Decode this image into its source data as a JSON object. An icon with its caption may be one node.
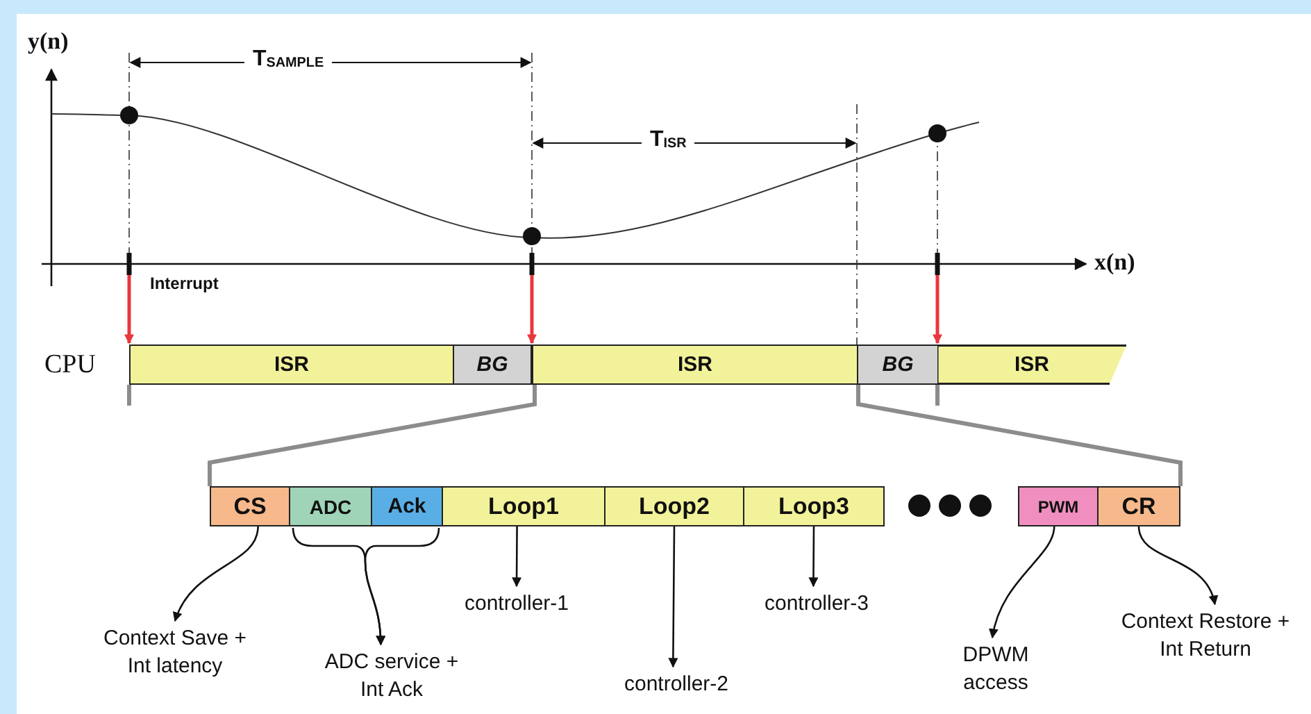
{
  "diagram": {
    "nodes": [
      {
        "text": [
          "ISR"
        ]
      },
      {
        "text": [
          "BG"
        ]
      },
      {
        "text": [
          "ISR"
        ]
      },
      {
        "text": [
          "BG"
        ]
      },
      {
        "text": [
          "ISR"
        ]
      },
      {
        "text": [
          "CS"
        ]
      },
      {
        "text": [
          "ADC"
        ]
      },
      {
        "text": [
          "Ack"
        ]
      },
      {
        "text": [
          "Loop1"
        ]
      },
      {
        "text": [
          "Loop2"
        ]
      },
      {
        "text": [
          "Loop3"
        ]
      },
      {
        "text": [
          "PWM"
        ]
      },
      {
        "text": [
          "CR"
        ]
      },
      {
        "text": [
          "Context Save + Int latency"
        ]
      },
      {
        "text": [
          "ADC service + Int Ack"
        ]
      },
      {
        "text": [
          "controller-1"
        ]
      },
      {
        "text": [
          "controller-2"
        ]
      },
      {
        "text": [
          "controller-3"
        ]
      },
      {
        "text": [
          "DPWM access"
        ]
      },
      {
        "text": [
          "Context Restore + Int Return"
        ]
      }
    ],
    "edges": [
      {
        "from": 5,
        "to": 13,
        "arrow": "to"
      },
      {
        "from": 6,
        "to": 14,
        "arrow": "to"
      },
      {
        "from": 7,
        "to": 14,
        "arrow": "to"
      },
      {
        "from": 8,
        "to": 15,
        "arrow": "to"
      },
      {
        "from": 9,
        "to": 16,
        "arrow": "to"
      },
      {
        "from": 10,
        "to": 17,
        "arrow": "to"
      },
      {
        "from": 11,
        "to": 18,
        "arrow": "to"
      },
      {
        "from": 12,
        "to": 19,
        "arrow": "to"
      },
      {
        "from": 2,
        "to": 5,
        "arrow": "none",
        "style": "thick",
        "color": "#8c8c8c"
      },
      {
        "from": 2,
        "to": 12,
        "arrow": "none",
        "style": "thick",
        "color": "#8c8c8c"
      },
      {
        "from": null,
        "to": 0,
        "arrow": "to",
        "color": "#e8383d"
      },
      {
        "from": null,
        "to": 2,
        "arrow": "to",
        "color": "#e8383d"
      },
      {
        "from": null,
        "to": 4,
        "arrow": "to",
        "color": "#e8383d"
      }
    ],
    "labels": [
      "y(n)",
      "x(n)",
      "T$_{SAMPLE}$",
      "T$_{ISR}$",
      "Interrupt",
      "CPU"
    ]
  }
}
